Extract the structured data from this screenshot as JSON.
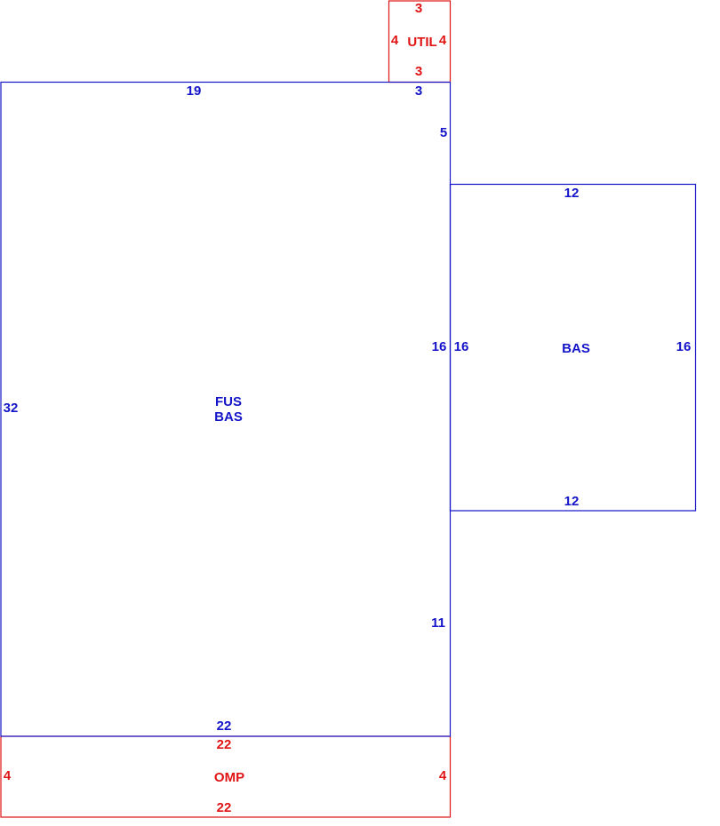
{
  "colors": {
    "living": "#1414c8",
    "other": "#e01414",
    "background": "#ffffff"
  },
  "util": {
    "name": "UTIL",
    "top": "3",
    "bottom": "3",
    "left": "4",
    "right": "4"
  },
  "main": {
    "name1": "FUS",
    "name2": "BAS",
    "top_left": "19",
    "top_right": "3",
    "right_upper": "5",
    "right_mid": "16",
    "right_lower": "11",
    "left": "32",
    "bottom": "22"
  },
  "addition": {
    "name": "BAS",
    "top": "12",
    "bottom": "12",
    "left": "16",
    "right": "16"
  },
  "porch": {
    "name": "OMP",
    "top": "22",
    "bottom": "22",
    "left": "4",
    "right": "4"
  }
}
